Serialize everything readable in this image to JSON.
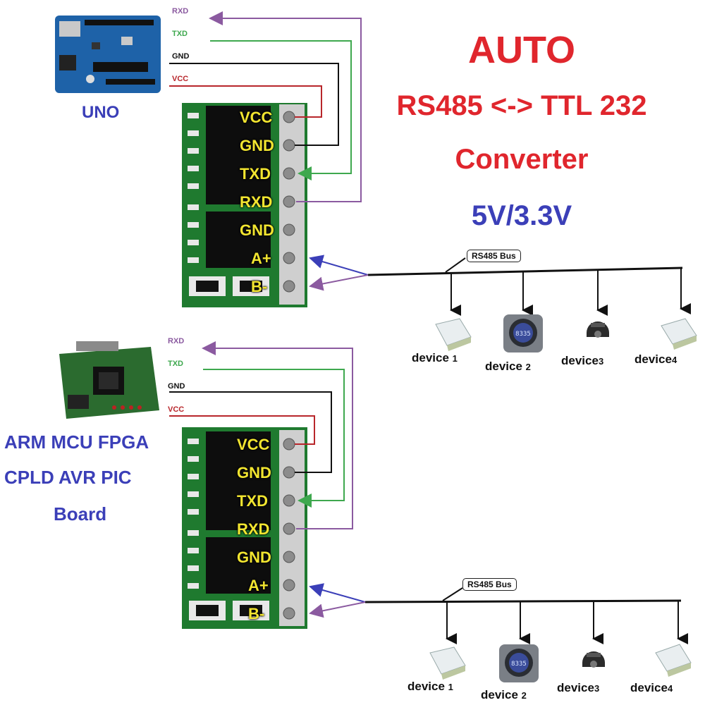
{
  "header": {
    "line1": "AUTO",
    "line2": "RS485 <-> TTL 232",
    "line3": "Converter",
    "line4": "5V/3.3V"
  },
  "pins": [
    "VCC",
    "GND",
    "TXD",
    "RXD",
    "GND",
    "A+",
    "B-"
  ],
  "wires": [
    {
      "label": "RXD",
      "color": "#8b5aa0"
    },
    {
      "label": "TXD",
      "color": "#3ea84e"
    },
    {
      "label": "GND",
      "color": "#111111"
    },
    {
      "label": "VCC",
      "color": "#b8262b"
    }
  ],
  "bus_label": "RS485 Bus",
  "top_section": {
    "board_label": "UNO",
    "devices": [
      {
        "name": "device",
        "num": "1"
      },
      {
        "name": "device",
        "num": "2"
      },
      {
        "name": "device",
        "num": "3"
      },
      {
        "name": "device",
        "num": "4"
      }
    ]
  },
  "bottom_section": {
    "board_label_lines": [
      "ARM MCU FPGA",
      "CPLD AVR PIC",
      "Board"
    ],
    "devices": [
      {
        "name": "device",
        "num": "1"
      },
      {
        "name": "device",
        "num": "2"
      },
      {
        "name": "device",
        "num": "3"
      },
      {
        "name": "device",
        "num": "4"
      }
    ]
  },
  "display_readout": "8335",
  "colors": {
    "title_red": "#e0262d",
    "accent_blue": "#3b3fb8",
    "pcb_green": "#1f7a2f",
    "pin_label_yellow": "#f2e530"
  }
}
